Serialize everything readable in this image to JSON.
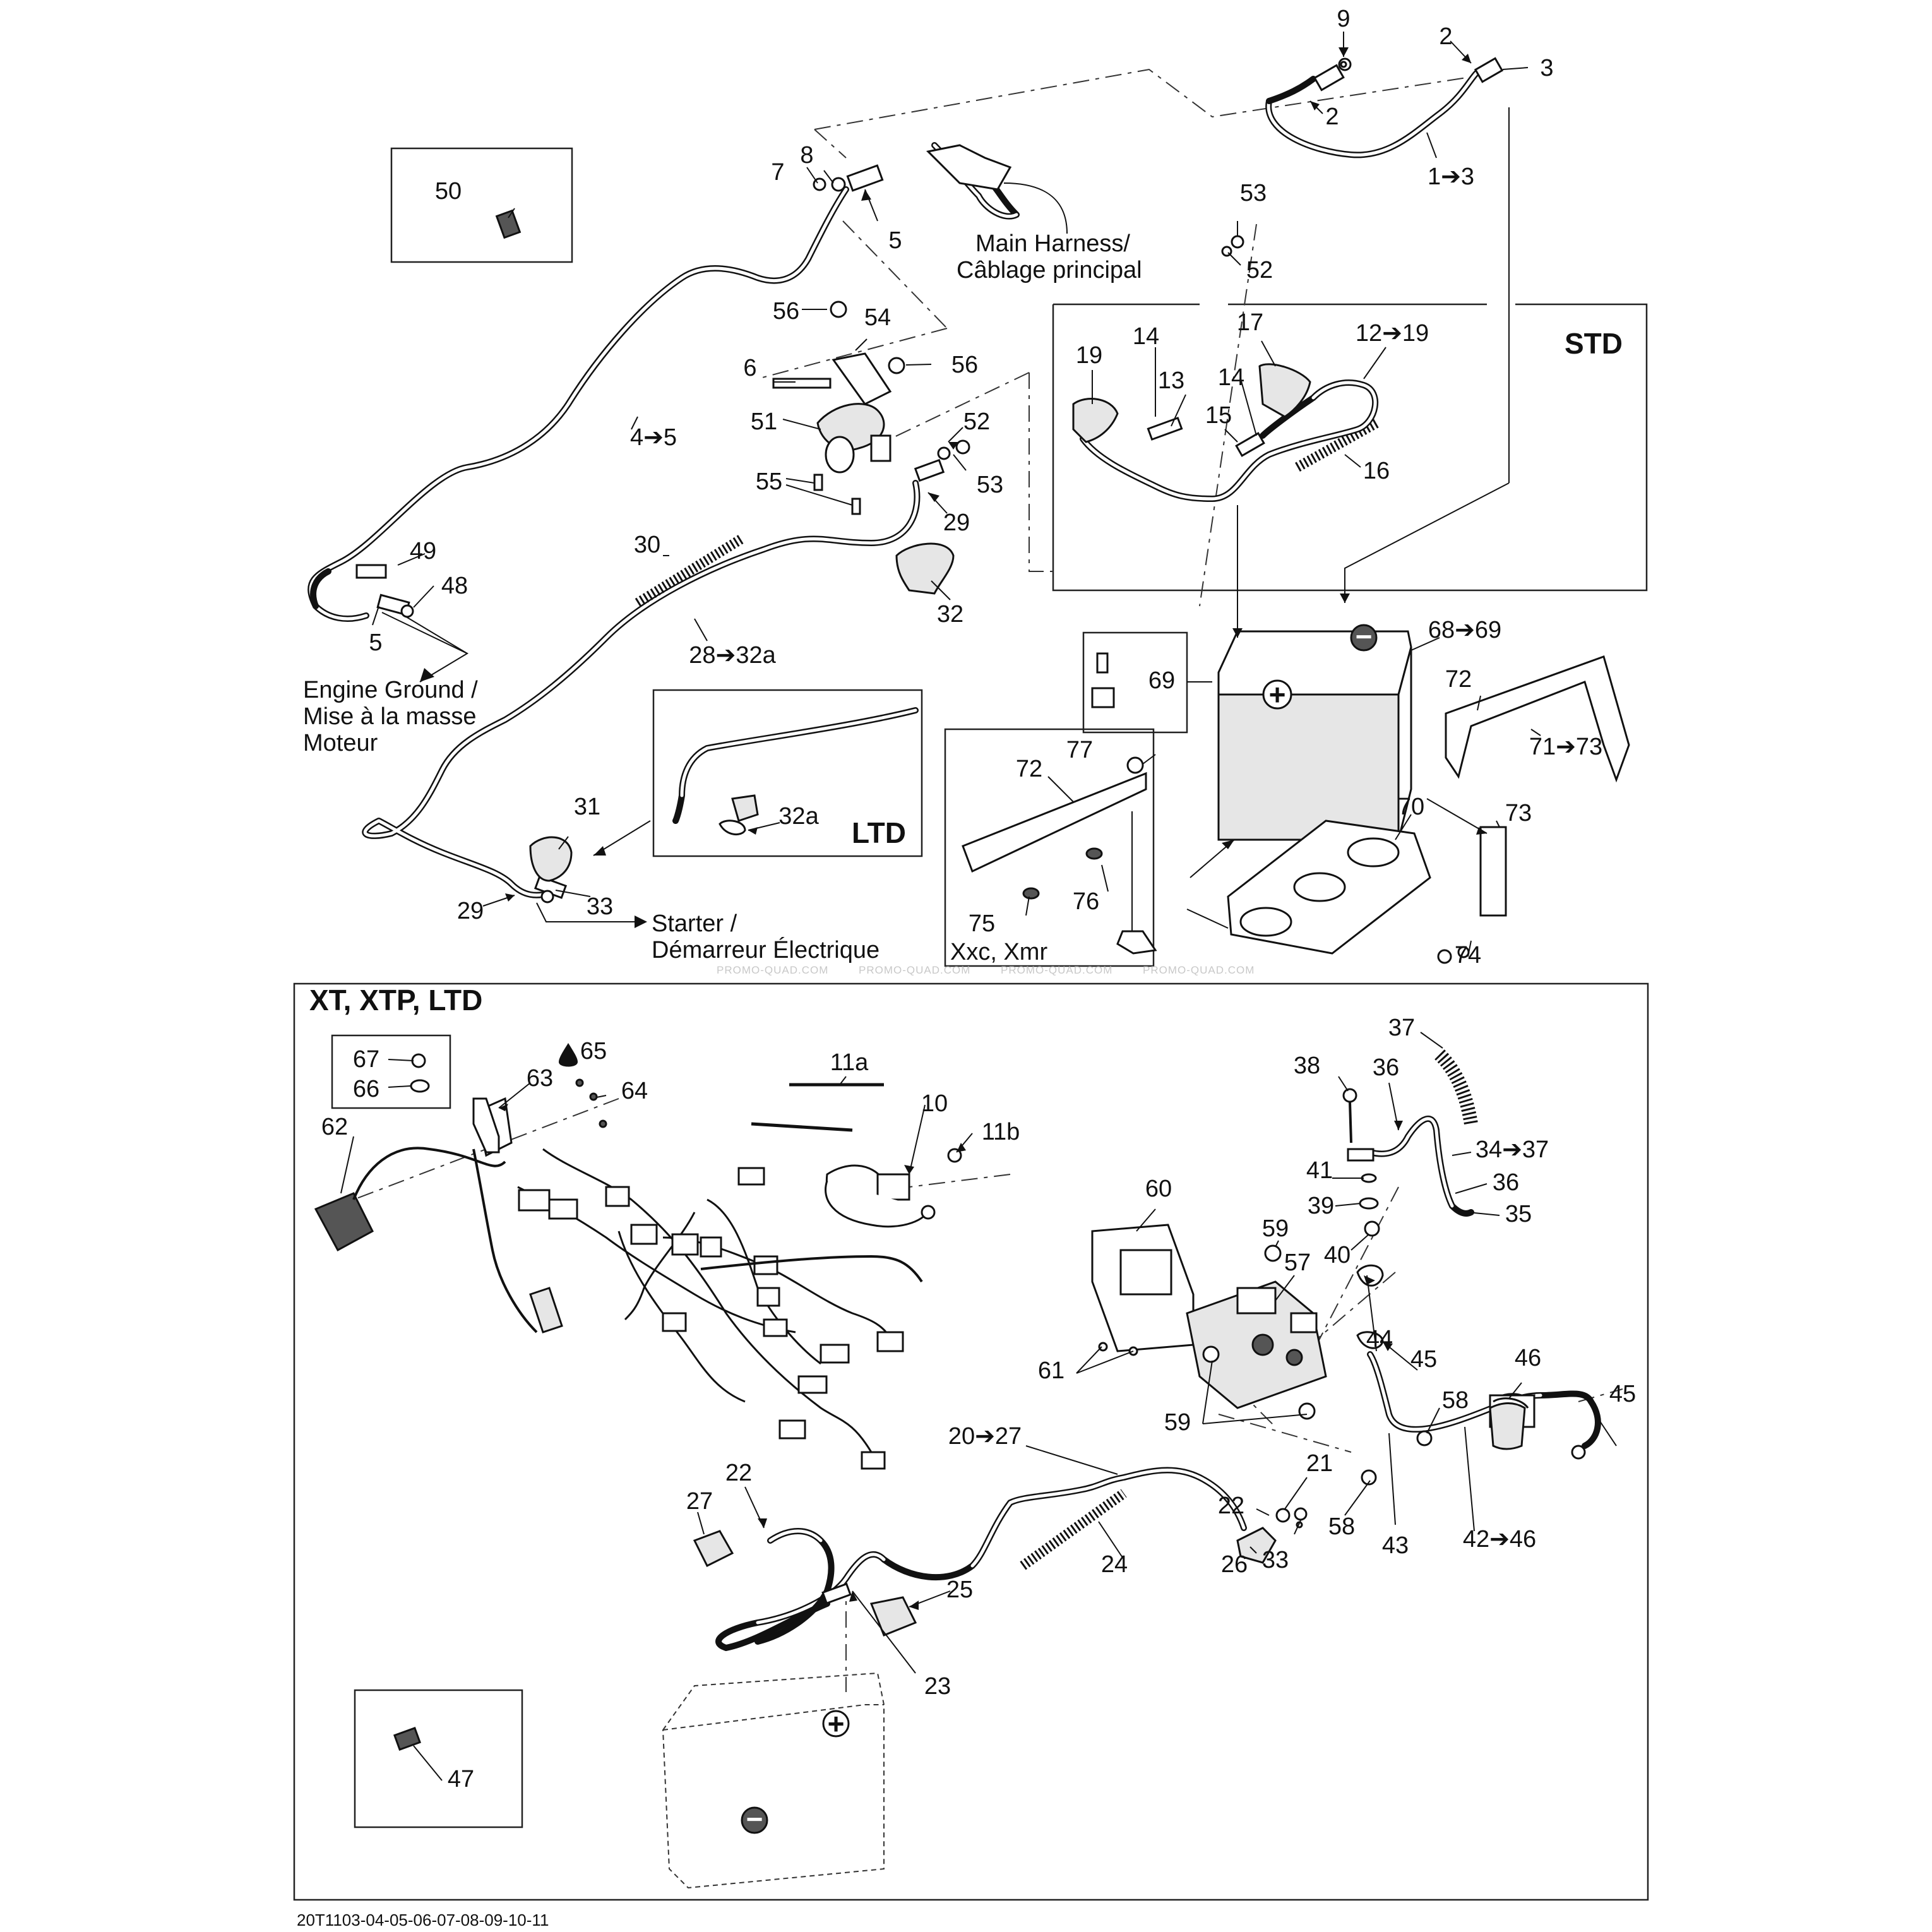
{
  "labels": {
    "n9": "9",
    "n2a": "2",
    "n3": "3",
    "n2b": "2",
    "n1_3": "1➔3",
    "n7": "7",
    "n8": "8",
    "n5a": "5",
    "n50": "50",
    "n53a": "53",
    "n52a": "52",
    "n56a": "56",
    "n54": "54",
    "n6": "6",
    "n56b": "56",
    "n51": "51",
    "n52b": "52",
    "n53b": "53",
    "n55": "55",
    "n29a": "29",
    "n32": "32",
    "n4_5": "4➔5",
    "n30": "30",
    "n28_32a": "28➔32a",
    "n49": "49",
    "n48": "48",
    "n5b": "5",
    "n31": "31",
    "n33a": "33",
    "n29b": "29",
    "n32a": "32a",
    "n19a": "19",
    "n14a": "14",
    "n13": "13",
    "n17": "17",
    "n12_19": "12➔19",
    "n14b": "14",
    "n15": "15",
    "n16": "16",
    "n68_69": "68➔69",
    "n69": "69",
    "n72a": "72",
    "n71_73": "71➔73",
    "n77": "77",
    "n72b": "72",
    "n70": "70",
    "n73": "73",
    "n75": "75",
    "n76": "76",
    "n74": "74",
    "n37": "37",
    "n38": "38",
    "n36a": "36",
    "n34_37": "34➔37",
    "n41": "41",
    "n36b": "36",
    "n39": "39",
    "n35": "35",
    "n40": "40",
    "n60": "60",
    "n59a": "59",
    "n57": "57",
    "n44": "44",
    "n45a": "45",
    "n46": "46",
    "n45b": "45",
    "n58a": "58",
    "n61": "61",
    "n59b": "59",
    "n21": "21",
    "n20_27": "20➔27",
    "n22a": "22",
    "n33b": "33",
    "n58b": "58",
    "n26": "26",
    "n43": "43",
    "n42_46": "42➔46",
    "n24": "24",
    "n22b": "22",
    "n27": "27",
    "n25": "25",
    "n23": "23",
    "n47": "47",
    "n67": "67",
    "n66": "66",
    "n65": "65",
    "n63": "63",
    "n64": "64",
    "n62": "62",
    "n11a": "11a",
    "n10": "10",
    "n11b": "11b"
  },
  "callouts": {
    "main_harness_1": "Main Harness/",
    "main_harness_2": "Câblage principal",
    "engine_ground_1": "Engine Ground /",
    "engine_ground_2": "Mise à la masse",
    "engine_ground_3": "Moteur",
    "starter_1": "Starter /",
    "starter_2": "Démarreur Électrique"
  },
  "sections": {
    "std": "STD",
    "ltd": "LTD",
    "xxc": "Xxc, Xmr",
    "xt": "XT, XTP, LTD"
  },
  "battery_symbols": {
    "plus": "+",
    "minus": "−"
  },
  "drop_icon": "drop-icon",
  "watermark": "PROMO-QUAD.COM",
  "footer_code": "20T1103-04-05-06-07-08-09-10-11"
}
